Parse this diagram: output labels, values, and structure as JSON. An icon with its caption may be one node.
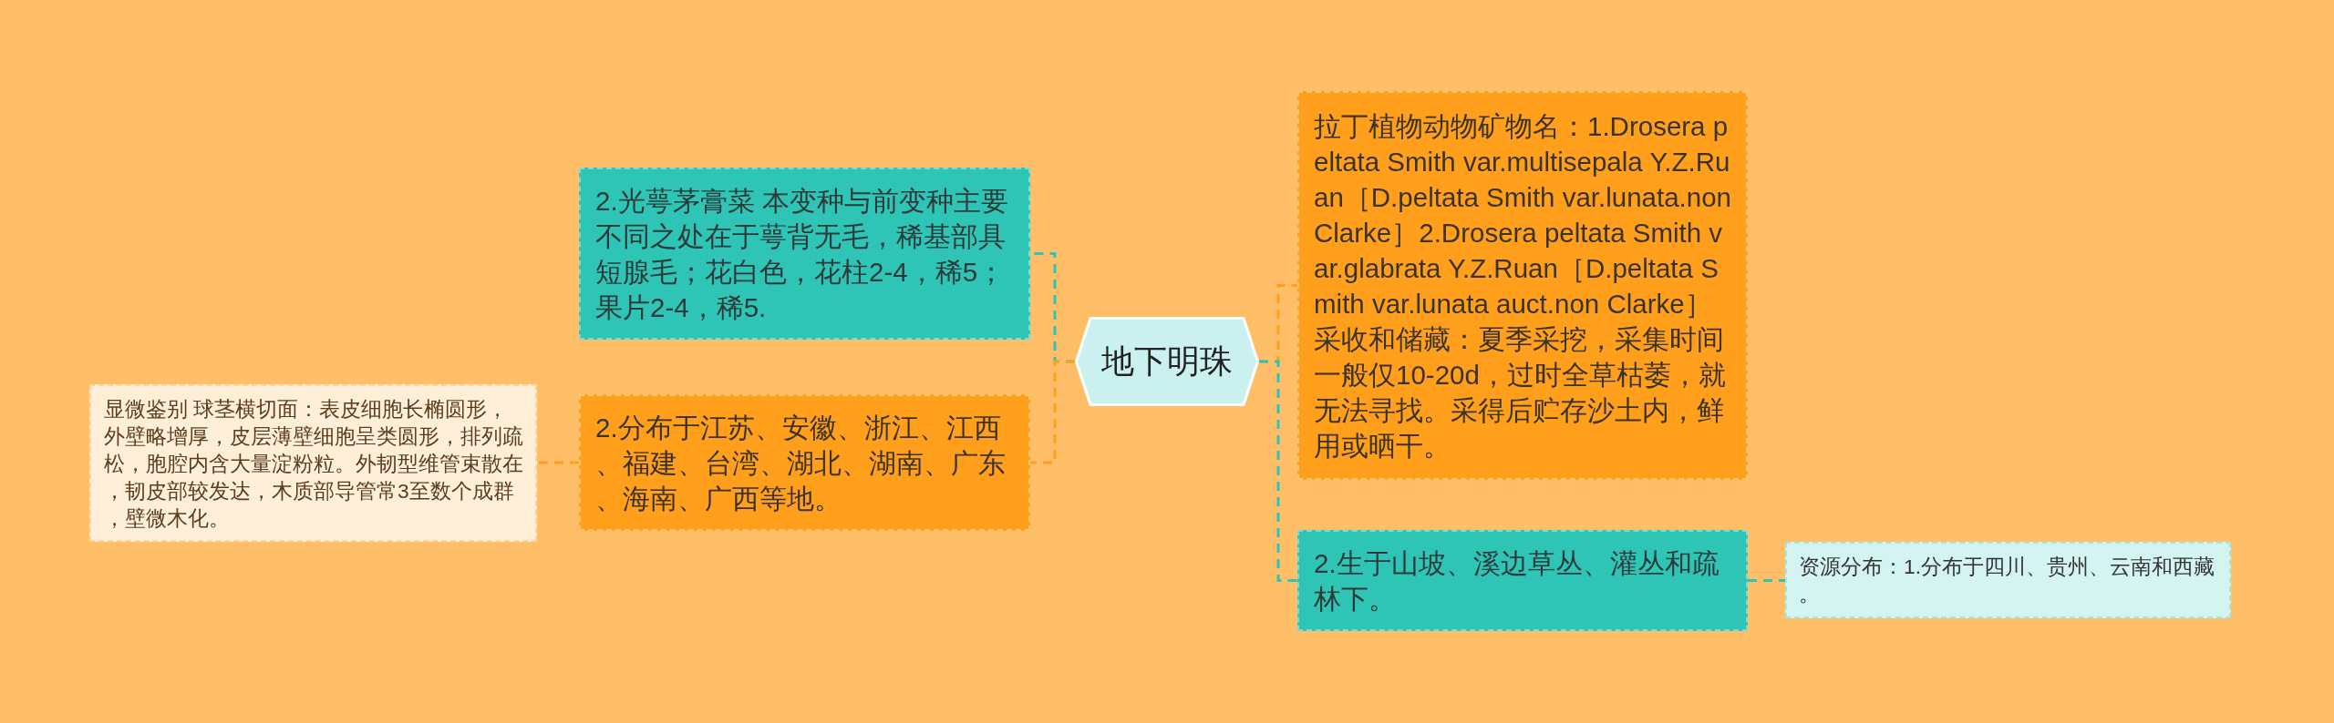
{
  "diagram": {
    "nodes": [
      {
        "text": [
          "地下明珠"
        ]
      },
      {
        "text": [
          "2.光萼茅膏菜 本变种与前变种主要不同之处在于萼背无毛，稀基部具短腺毛；花白色，花柱2-4，稀5；果片2-4，稀5."
        ]
      },
      {
        "text": [
          "2.分布于江苏、安徽、浙江、江西、福建、台湾、湖北、湖南、广东、海南、广西等地。"
        ]
      },
      {
        "text": [
          "显微鉴别 球茎横切面：表皮细胞长椭圆形，外壁略增厚，皮层薄壁细胞呈类圆形，排列疏松，胞腔内含大量淀粉粒。外韧型维管束散在，韧皮部较发达，木质部导管常3至数个成群，壁微木化。"
        ]
      },
      {
        "text": [
          "拉丁植物动物矿物名：1.Drosera peltata Smith var.multisepala Y.Z.Ruan［D.peltata Smith var.lunata.non Clarke］2.Drosera peltata Smith var.glabrata Y.Z.Ruan［D.peltata Smith var.lunata auct.non Clarke］采收和储藏：夏季采挖，采集时间一般仅10-20d，过时全草枯萎，就无法寻找。采得后贮存沙土内，鲜用或晒干。"
        ]
      },
      {
        "text": [
          "2.生于山坡、溪边草丛、灌丛和疏林下。"
        ]
      },
      {
        "text": [
          "资源分布：1.分布于四川、贵州、云南和西藏。"
        ]
      }
    ],
    "edges": [
      {
        "from": 0,
        "to": 1,
        "arrow": "none",
        "style": "dashed",
        "color": "#2ec4b6"
      },
      {
        "from": 0,
        "to": 2,
        "arrow": "none",
        "style": "dashed",
        "color": "#ff9f1c"
      },
      {
        "from": 2,
        "to": 3,
        "arrow": "none",
        "style": "dashed",
        "color": "#ff9f1c"
      },
      {
        "from": 0,
        "to": 4,
        "arrow": "none",
        "style": "dashed",
        "color": "#ff9f1c"
      },
      {
        "from": 0,
        "to": 5,
        "arrow": "none",
        "style": "dashed",
        "color": "#2ec4b6"
      },
      {
        "from": 5,
        "to": 6,
        "arrow": "none",
        "style": "dashed",
        "color": "#2ec4b6"
      }
    ]
  }
}
